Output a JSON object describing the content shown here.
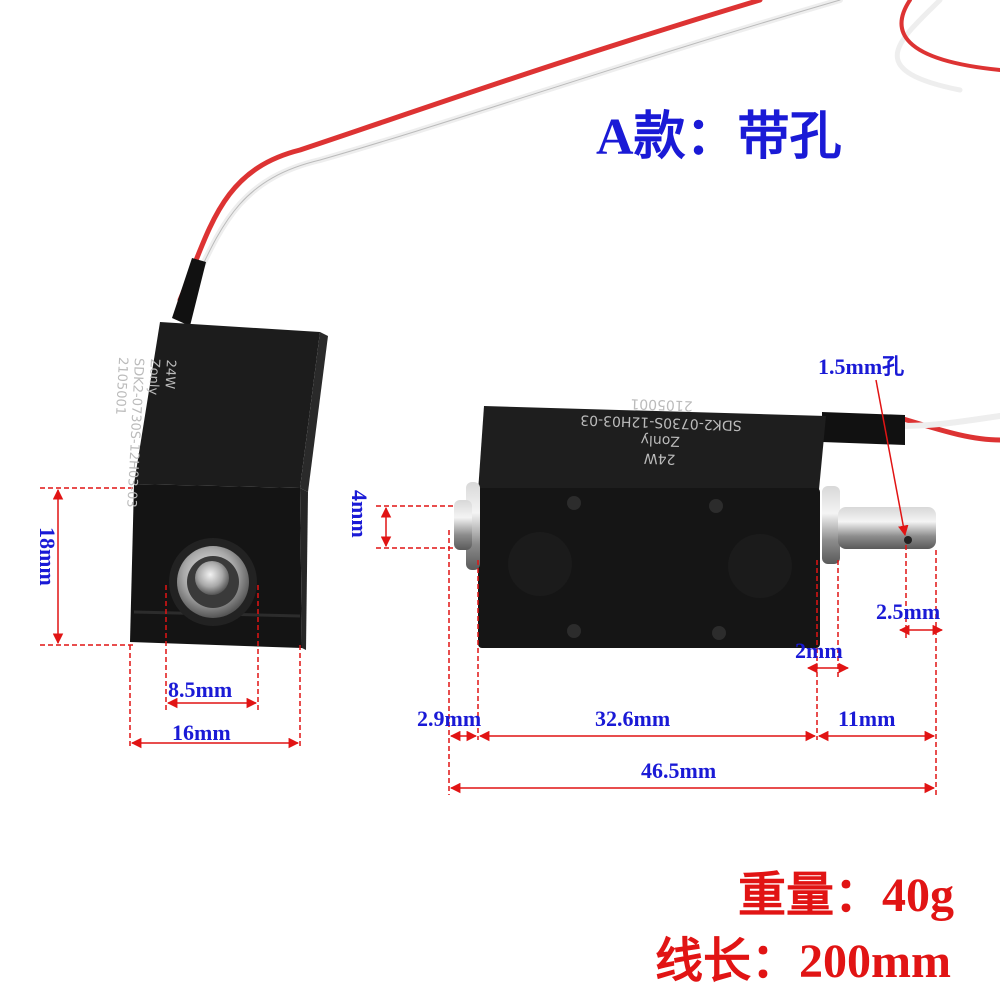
{
  "title": "A款：带孔",
  "specs": {
    "weight": "重量：40g",
    "wire_length": "线长：200mm"
  },
  "dimensions": {
    "height_left": "18mm",
    "shaft_dia": "8.5mm",
    "width": "16mm",
    "pin_dia": "4mm",
    "hole": "1.5mm孔",
    "hole_offset": "2.5mm",
    "gap": "2mm",
    "left_stub": "2.9mm",
    "body_len": "32.6mm",
    "pin_len": "11mm",
    "total_len": "46.5mm"
  },
  "product_text": {
    "power": "24W",
    "brand": "Zonly",
    "model": "SDK2-0730S-12H03-03",
    "serial": "2105001"
  },
  "colors": {
    "dimension_line": "#e11414",
    "dimension_text": "#1a1ad6",
    "spec_text": "#e11414",
    "title_text": "#1a1ad6"
  }
}
